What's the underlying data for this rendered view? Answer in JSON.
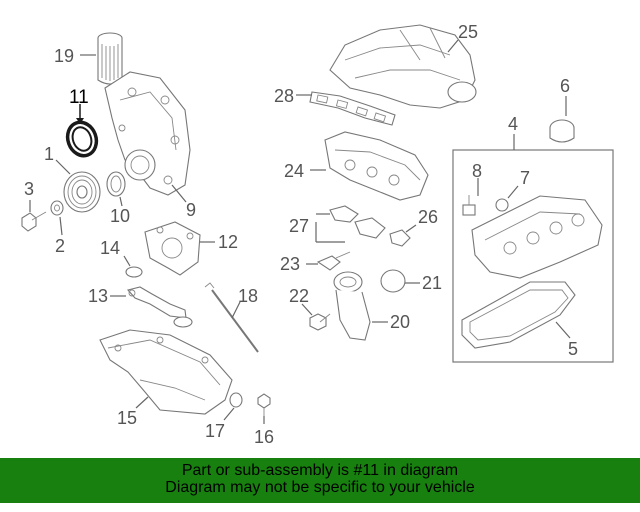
{
  "diagram": {
    "part_numbers": {
      "p1": "1",
      "p2": "2",
      "p3": "3",
      "p4": "4",
      "p5": "5",
      "p6": "6",
      "p7": "7",
      "p8": "8",
      "p9": "9",
      "p10": "10",
      "p11": "11",
      "p12": "12",
      "p13": "13",
      "p14": "14",
      "p15": "15",
      "p16": "16",
      "p17": "17",
      "p18": "18",
      "p19": "19",
      "p20": "20",
      "p21": "21",
      "p22": "22",
      "p23": "23",
      "p24": "24",
      "p25": "25",
      "p26": "26",
      "p27": "27",
      "p28": "28"
    },
    "highlighted_part": "11",
    "highlight_color": "#1a1a1a"
  },
  "banner": {
    "line1": "Part or sub-assembly is #11 in diagram",
    "line2": "Diagram may not be specific to your vehicle",
    "background": "#17800f"
  }
}
